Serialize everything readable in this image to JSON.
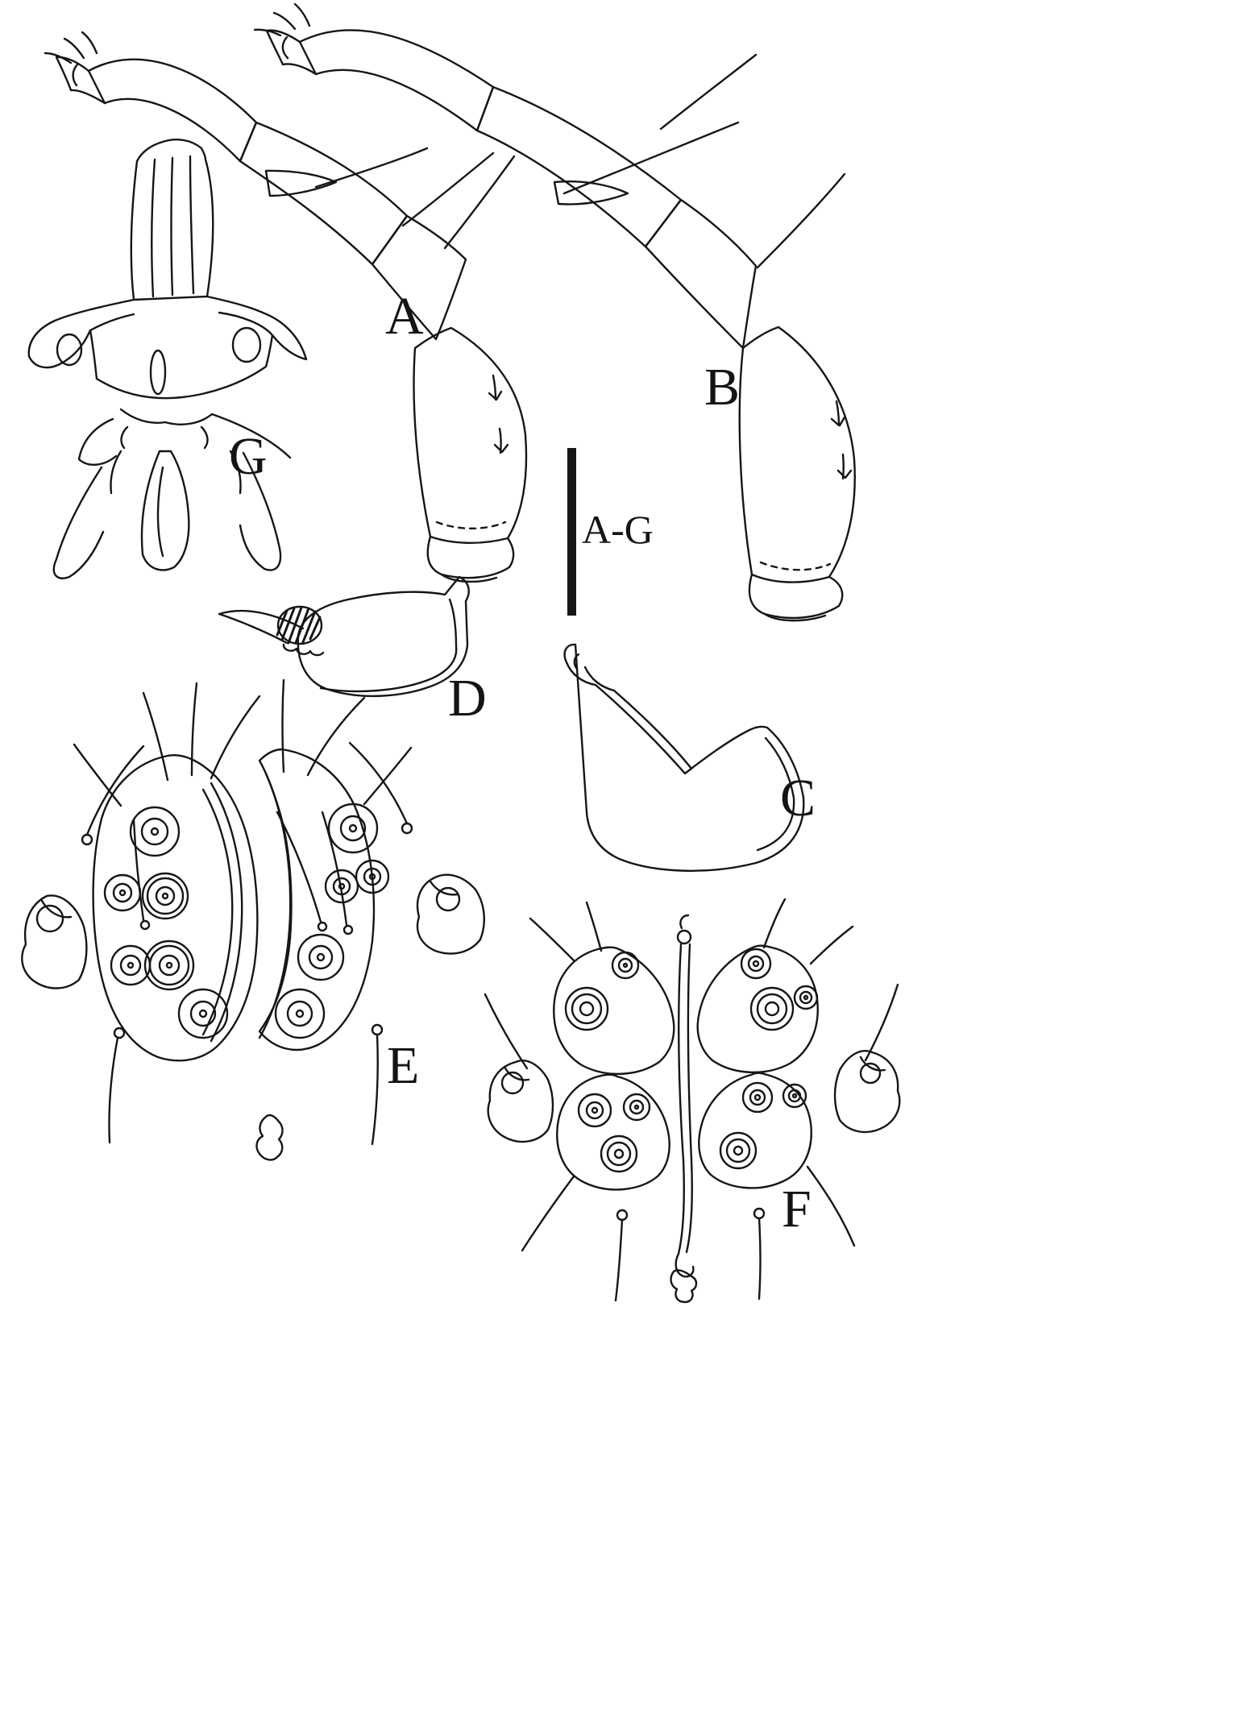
{
  "canvas": {
    "background": "#ffffff",
    "ink": "#161616"
  },
  "figure": {
    "panel_labels": {
      "a": "A",
      "b": "B",
      "c": "C",
      "d": "D",
      "e": "E",
      "f": "F",
      "g": "G"
    },
    "scale_bar": {
      "label": "A-G"
    }
  }
}
